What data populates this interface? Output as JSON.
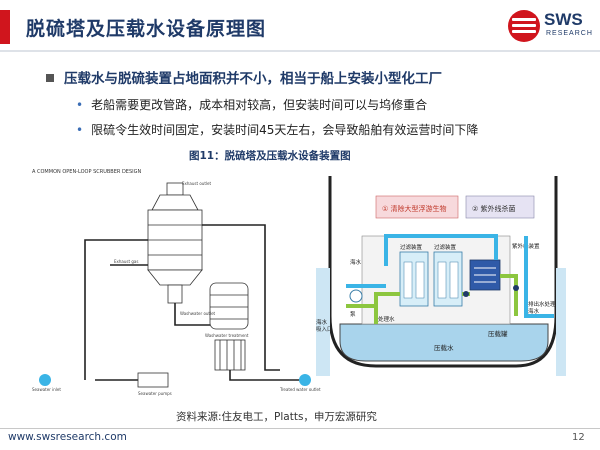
{
  "slide": {
    "title": "脱硫塔及压载水设备原理图",
    "page_number": "12",
    "footer_url": "www.swsresearch.com"
  },
  "logo": {
    "name": "SWS",
    "sub": "RESEARCH"
  },
  "content": {
    "main_bullet": "压载水与脱硫装置占地面积并不小，相当于船上安装小型化工厂",
    "sub_bullets": [
      "老船需要更改管路，成本相对较高，但安装时间可以与坞修重合",
      "限硫令生效时间固定，安装时间45天左右，会导致船舶有效运营时间下降"
    ],
    "figure_caption": "图11：脱硫塔及压载水设备装置图",
    "source": "资料来源:住友电工，Platts，申万宏源研究"
  },
  "left_diagram": {
    "heading": "A COMMON OPEN-LOOP SCRUBBER DESIGN",
    "labels": [
      "Exhaust outlet",
      "Exhaust gas",
      "Washwater outlet",
      "Washwater treatment",
      "Treated water outlet",
      "Seawater inlet",
      "Seawater pumps"
    ]
  },
  "right_diagram": {
    "box1": "① 清除大型浮游生物",
    "box2": "② 紫外线杀菌",
    "labels": {
      "seawater": "海水",
      "filter1": "过滤装置",
      "filter2": "过滤装置",
      "uv": "紫外线装置",
      "pump": "泵",
      "intake": "海水\n吸入口",
      "treated": "处理水",
      "ballast_tank": "压载罐",
      "ballast_water": "压载水",
      "discharge": "排出水处理\n海水"
    }
  },
  "colors": {
    "title": "#1f3a68",
    "accent": "#d0151d",
    "bullet_dot": "#3a6db5",
    "water_light": "#cde6f4",
    "pipe_green": "#8cc63f",
    "pipe_blue": "#3ab4e6"
  }
}
